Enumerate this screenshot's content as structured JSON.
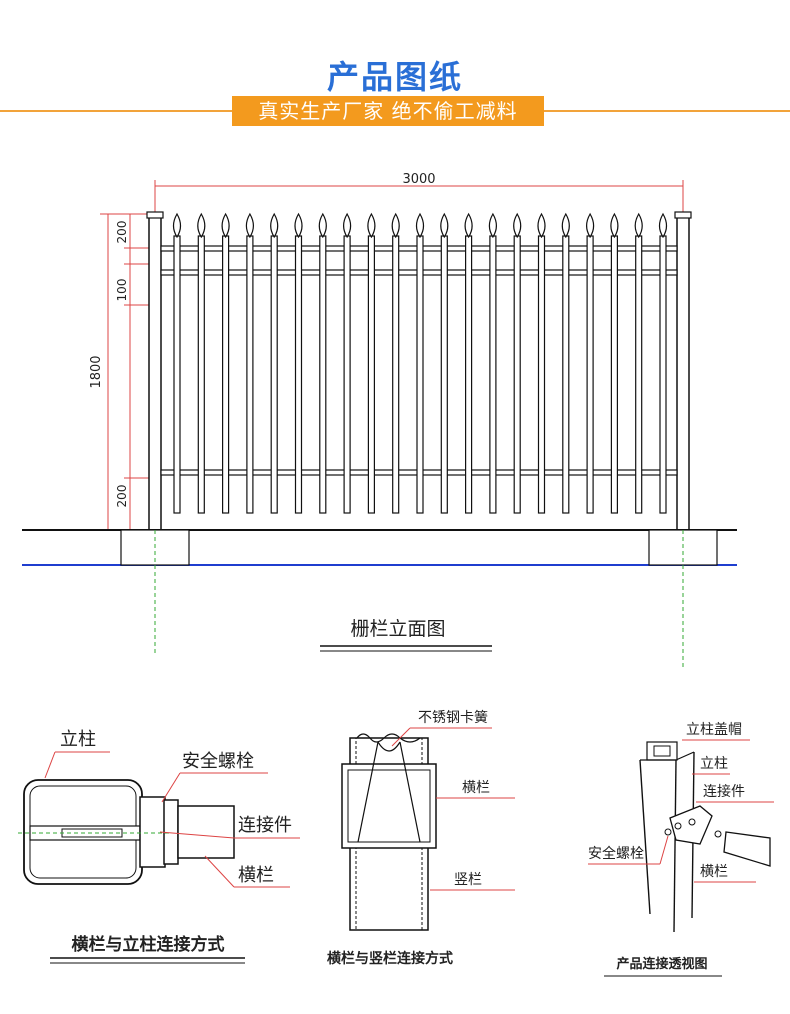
{
  "header": {
    "title": "产品图纸",
    "subtitle": "真实生产厂家 绝不偷工减料",
    "accent_color": "#2a6fd6",
    "banner_color": "#f39a1e"
  },
  "elevation": {
    "caption": "栅栏立面图",
    "width_label": "3000",
    "height_label": "1800",
    "top_spike_label": "200",
    "rail_gap_label": "100",
    "bottom_label": "200",
    "picket_count": 21
  },
  "detail_post_rail": {
    "caption": "横栏与立柱连接方式",
    "labels": {
      "post": "立柱",
      "bolt": "安全螺栓",
      "connector": "连接件",
      "rail": "横栏"
    }
  },
  "detail_rail_picket": {
    "caption": "横栏与竖栏连接方式",
    "labels": {
      "spring": "不锈钢卡簧",
      "rail": "横栏",
      "picket": "竖栏"
    }
  },
  "detail_perspective": {
    "caption": "产品连接透视图",
    "labels": {
      "cap": "立柱盖帽",
      "post": "立柱",
      "connector": "连接件",
      "bolt": "安全螺栓",
      "rail": "横栏"
    }
  }
}
